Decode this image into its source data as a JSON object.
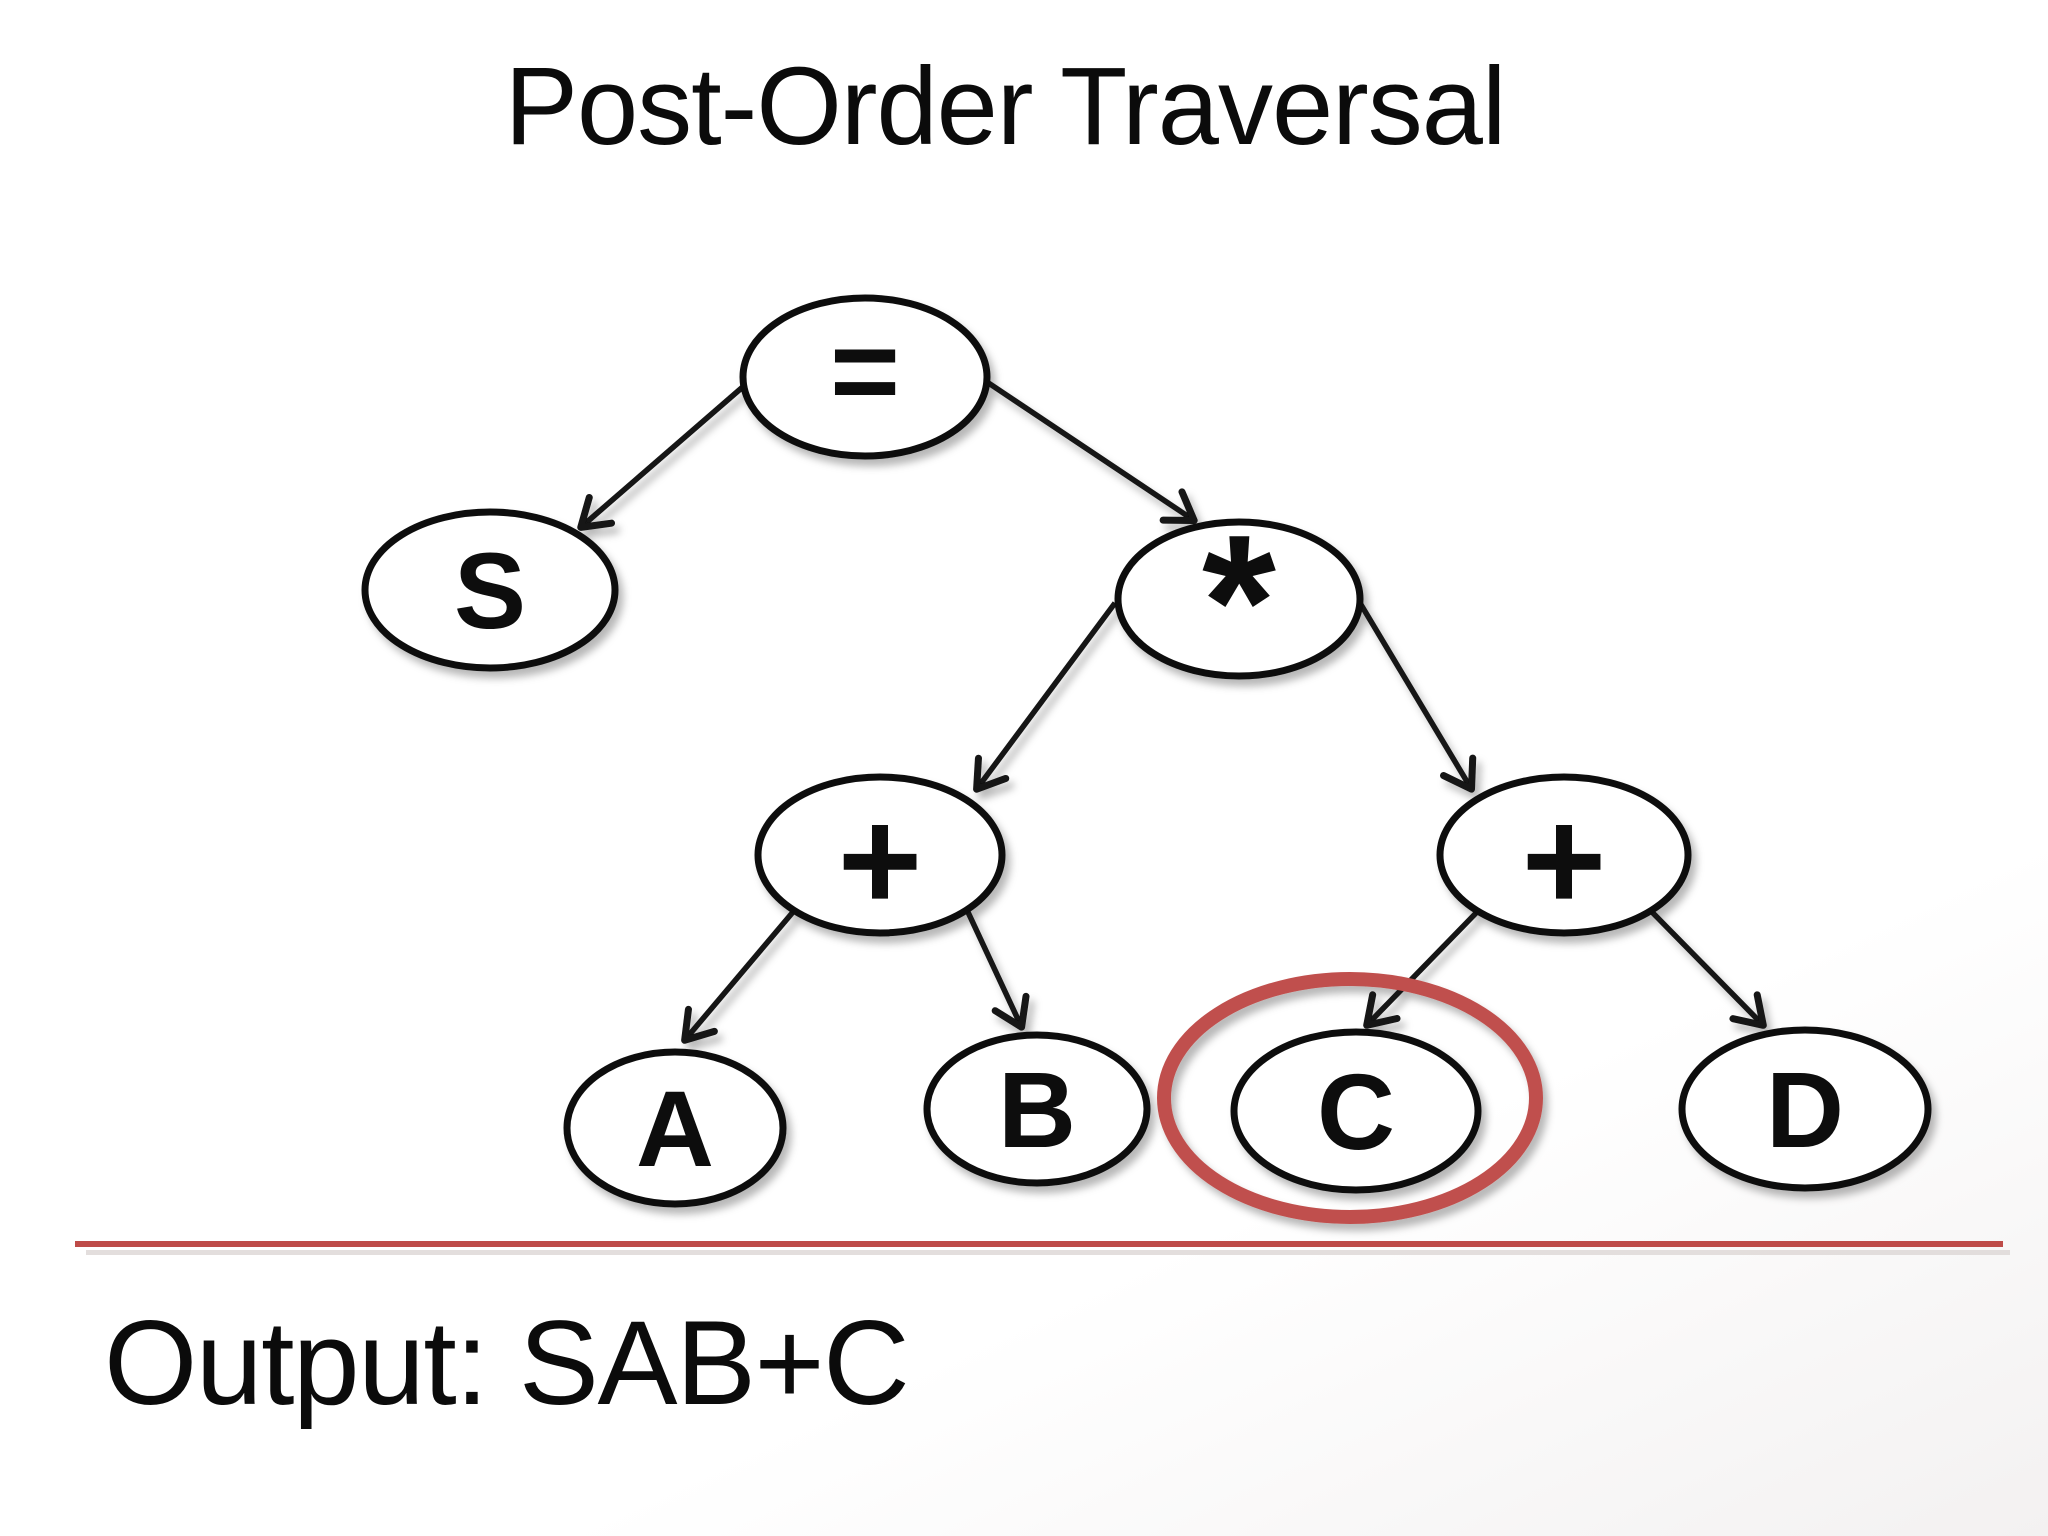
{
  "slide": {
    "title": "Post-Order Traversal",
    "output_text": "Output: SAB+C"
  },
  "tree": {
    "highlight_color": "#C0504D",
    "node_stroke_color": "#0d0d0d",
    "highlighted_node": "C",
    "nodes": [
      {
        "id": "equals",
        "label": "=",
        "type": "operator"
      },
      {
        "id": "S",
        "label": "S",
        "type": "operand"
      },
      {
        "id": "star",
        "label": "*",
        "type": "operator"
      },
      {
        "id": "plus-left",
        "label": "+",
        "type": "operator"
      },
      {
        "id": "plus-right",
        "label": "+",
        "type": "operator"
      },
      {
        "id": "A",
        "label": "A",
        "type": "operand"
      },
      {
        "id": "B",
        "label": "B",
        "type": "operand"
      },
      {
        "id": "C",
        "label": "C",
        "type": "operand",
        "highlighted": true
      },
      {
        "id": "D",
        "label": "D",
        "type": "operand"
      }
    ],
    "edges": [
      {
        "from": "equals",
        "to": "S"
      },
      {
        "from": "equals",
        "to": "star"
      },
      {
        "from": "star",
        "to": "plus-left"
      },
      {
        "from": "star",
        "to": "plus-right"
      },
      {
        "from": "plus-left",
        "to": "A"
      },
      {
        "from": "plus-left",
        "to": "B"
      },
      {
        "from": "plus-right",
        "to": "C"
      },
      {
        "from": "plus-right",
        "to": "D"
      }
    ]
  },
  "divider": {
    "color": "#BE4B48"
  }
}
